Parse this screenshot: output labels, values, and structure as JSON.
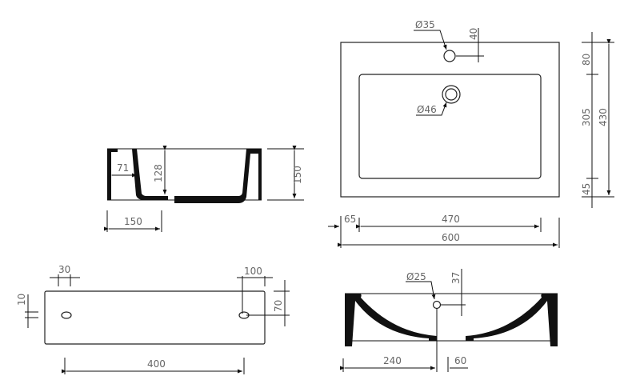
{
  "diagram": {
    "type": "technical-drawing",
    "subject": "rectangular countertop washbasin",
    "units": "mm",
    "colors": {
      "line": "#111111",
      "text": "#666666",
      "background": "#ffffff"
    },
    "top_view": {
      "overflow_hole": "Ø35",
      "overflow_offset": "40",
      "drain_hole": "Ø46",
      "depth_back": "80",
      "bowl_depth": "305",
      "total_depth": "430",
      "depth_front": "45",
      "side_margin": "65",
      "bowl_width": "470",
      "total_width": "600"
    },
    "side_section": {
      "wall_thickness": "71",
      "inner_height": "128",
      "total_height": "150",
      "drain_offset": "150"
    },
    "back_view": {
      "hole_spacing_left": "30",
      "hole_offset_vertical": "10",
      "hole_spacing_right": "100",
      "hole_height": "70",
      "hole_distance": "400"
    },
    "front_section": {
      "overflow_hole": "Ø25",
      "overflow_offset": "37",
      "drain_offset": "240",
      "drain_width": "60"
    }
  }
}
